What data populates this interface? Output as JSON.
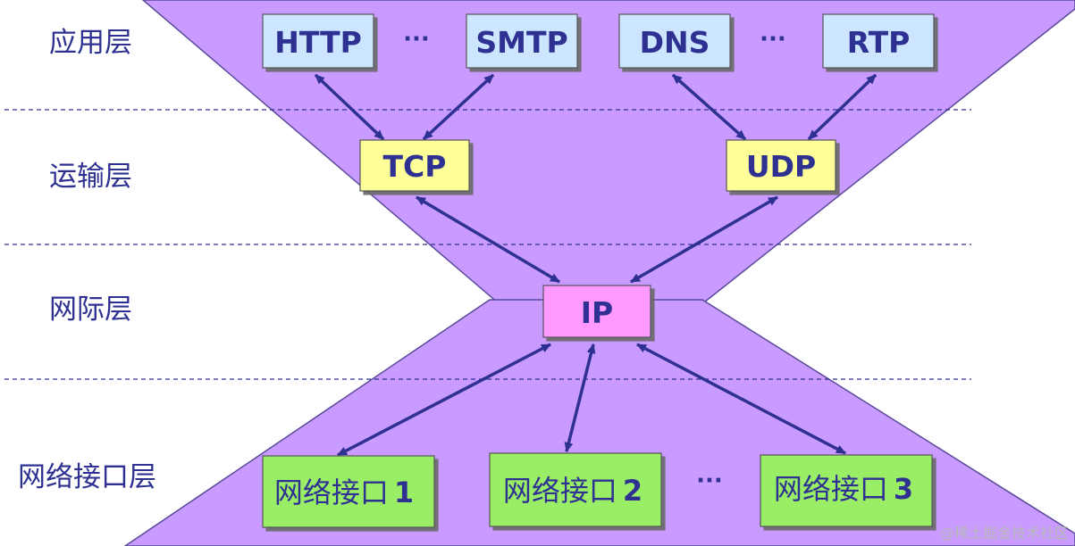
{
  "layers": [
    {
      "id": "application",
      "label": "应用层"
    },
    {
      "id": "transport",
      "label": "运输层"
    },
    {
      "id": "internet",
      "label": "网际层"
    },
    {
      "id": "network_interface",
      "label": "网络接口层"
    }
  ],
  "application_protocols": [
    "HTTP",
    "SMTP",
    "DNS",
    "RTP"
  ],
  "transport_protocols": [
    "TCP",
    "UDP"
  ],
  "internet_protocol": "IP",
  "interfaces": [
    {
      "text": "网络接口",
      "num": "1"
    },
    {
      "text": "网络接口",
      "num": "2"
    },
    {
      "text": "网络接口",
      "num": "3"
    }
  ],
  "ellipsis": "···",
  "watermark": "@稀土掘金技术社区",
  "colors": {
    "hourglass_fill": "#c99aff",
    "hourglass_stroke": "#5a4a9a",
    "text": "#2e3192",
    "app_box": "#cce6ff",
    "transport_box": "#ffff99",
    "ip_box": "#ff99ff",
    "interface_box": "#99ee66",
    "arrow": "#2e3192",
    "divider": "#2e3192"
  }
}
